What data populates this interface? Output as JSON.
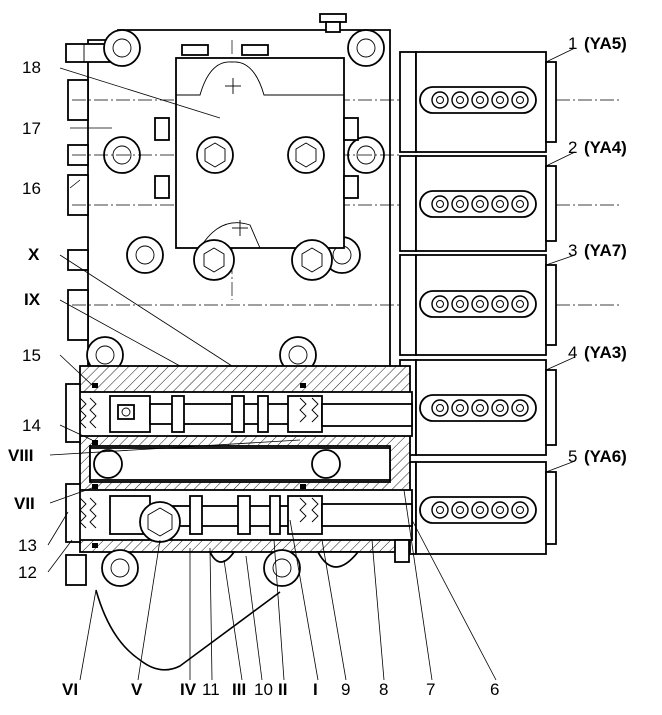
{
  "labels": {
    "n1": "1",
    "yа5": "(YA5)",
    "n2": "2",
    "ya4": "(YA4)",
    "n3": "3",
    "ya7": "(YA7)",
    "n4": "4",
    "ya3": "(YA3)",
    "n5": "5",
    "ya6": "(YA6)",
    "n6": "6",
    "n7": "7",
    "n8": "8",
    "n9": "9",
    "n10": "10",
    "n11": "11",
    "n12": "12",
    "n13": "13",
    "n14": "14",
    "n15": "15",
    "n16": "16",
    "n17": "17",
    "n18": "18",
    "rI": "I",
    "rII": "II",
    "rIII": "III",
    "rIV": "IV",
    "rV": "V",
    "rVI": "VI",
    "rVII": "VII",
    "rVIII": "VIII",
    "rIX": "IX",
    "rX": "X"
  }
}
